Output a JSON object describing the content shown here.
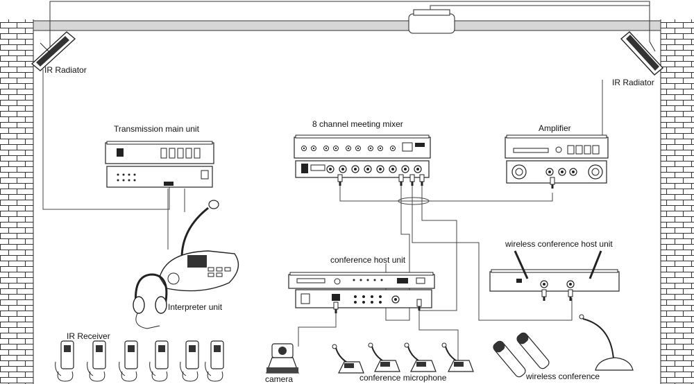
{
  "labels": {
    "ir_radiator_left": "IR Radiator",
    "ir_radiator_right": "IR Radiator",
    "transmission_main_unit": "Transmission main unit",
    "meeting_mixer": "8 channel meeting mixer",
    "amplifier": "Amplifier",
    "wireless_host_unit": "wireless conference host unit",
    "conference_host_unit": "conference host unit",
    "interpreter_unit": "Interpreter unit",
    "ir_receiver": "IR Receiver",
    "camera": "camera",
    "conference_microphone": "conference microphone",
    "wireless_conference": "wireless conference"
  },
  "icons": {
    "wall_left": "brick-wall-icon",
    "wall_right": "brick-wall-icon",
    "ceiling": "ceiling-beam-icon",
    "ceiling_speaker": "ceiling-speaker-icon",
    "ir_radiator": "ir-radiator-icon",
    "rack_device": "rack-device-icon",
    "microphone": "gooseneck-microphone-icon",
    "headphones": "headphones-icon",
    "receiver": "ir-receiver-icon",
    "camera": "camera-icon",
    "handheld_mic": "handheld-microphone-icon"
  },
  "counts": {
    "ir_receivers": 6,
    "conference_microphones": 4,
    "handheld_mics": 2
  }
}
